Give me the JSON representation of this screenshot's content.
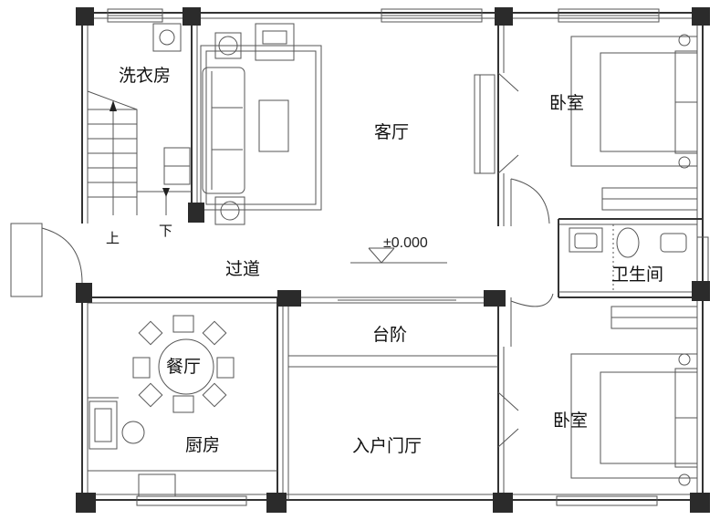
{
  "rooms": {
    "laundry": "洗衣房",
    "living": "客厅",
    "bedroom_top": "卧室",
    "bathroom": "卫生间",
    "corridor": "过道",
    "dining": "餐厅",
    "steps": "台阶",
    "entrance": "入户门厅",
    "kitchen": "厨房",
    "bedroom_bottom": "卧室"
  },
  "stairs": {
    "up": "上",
    "down": "下"
  },
  "elevation": "±0.000"
}
